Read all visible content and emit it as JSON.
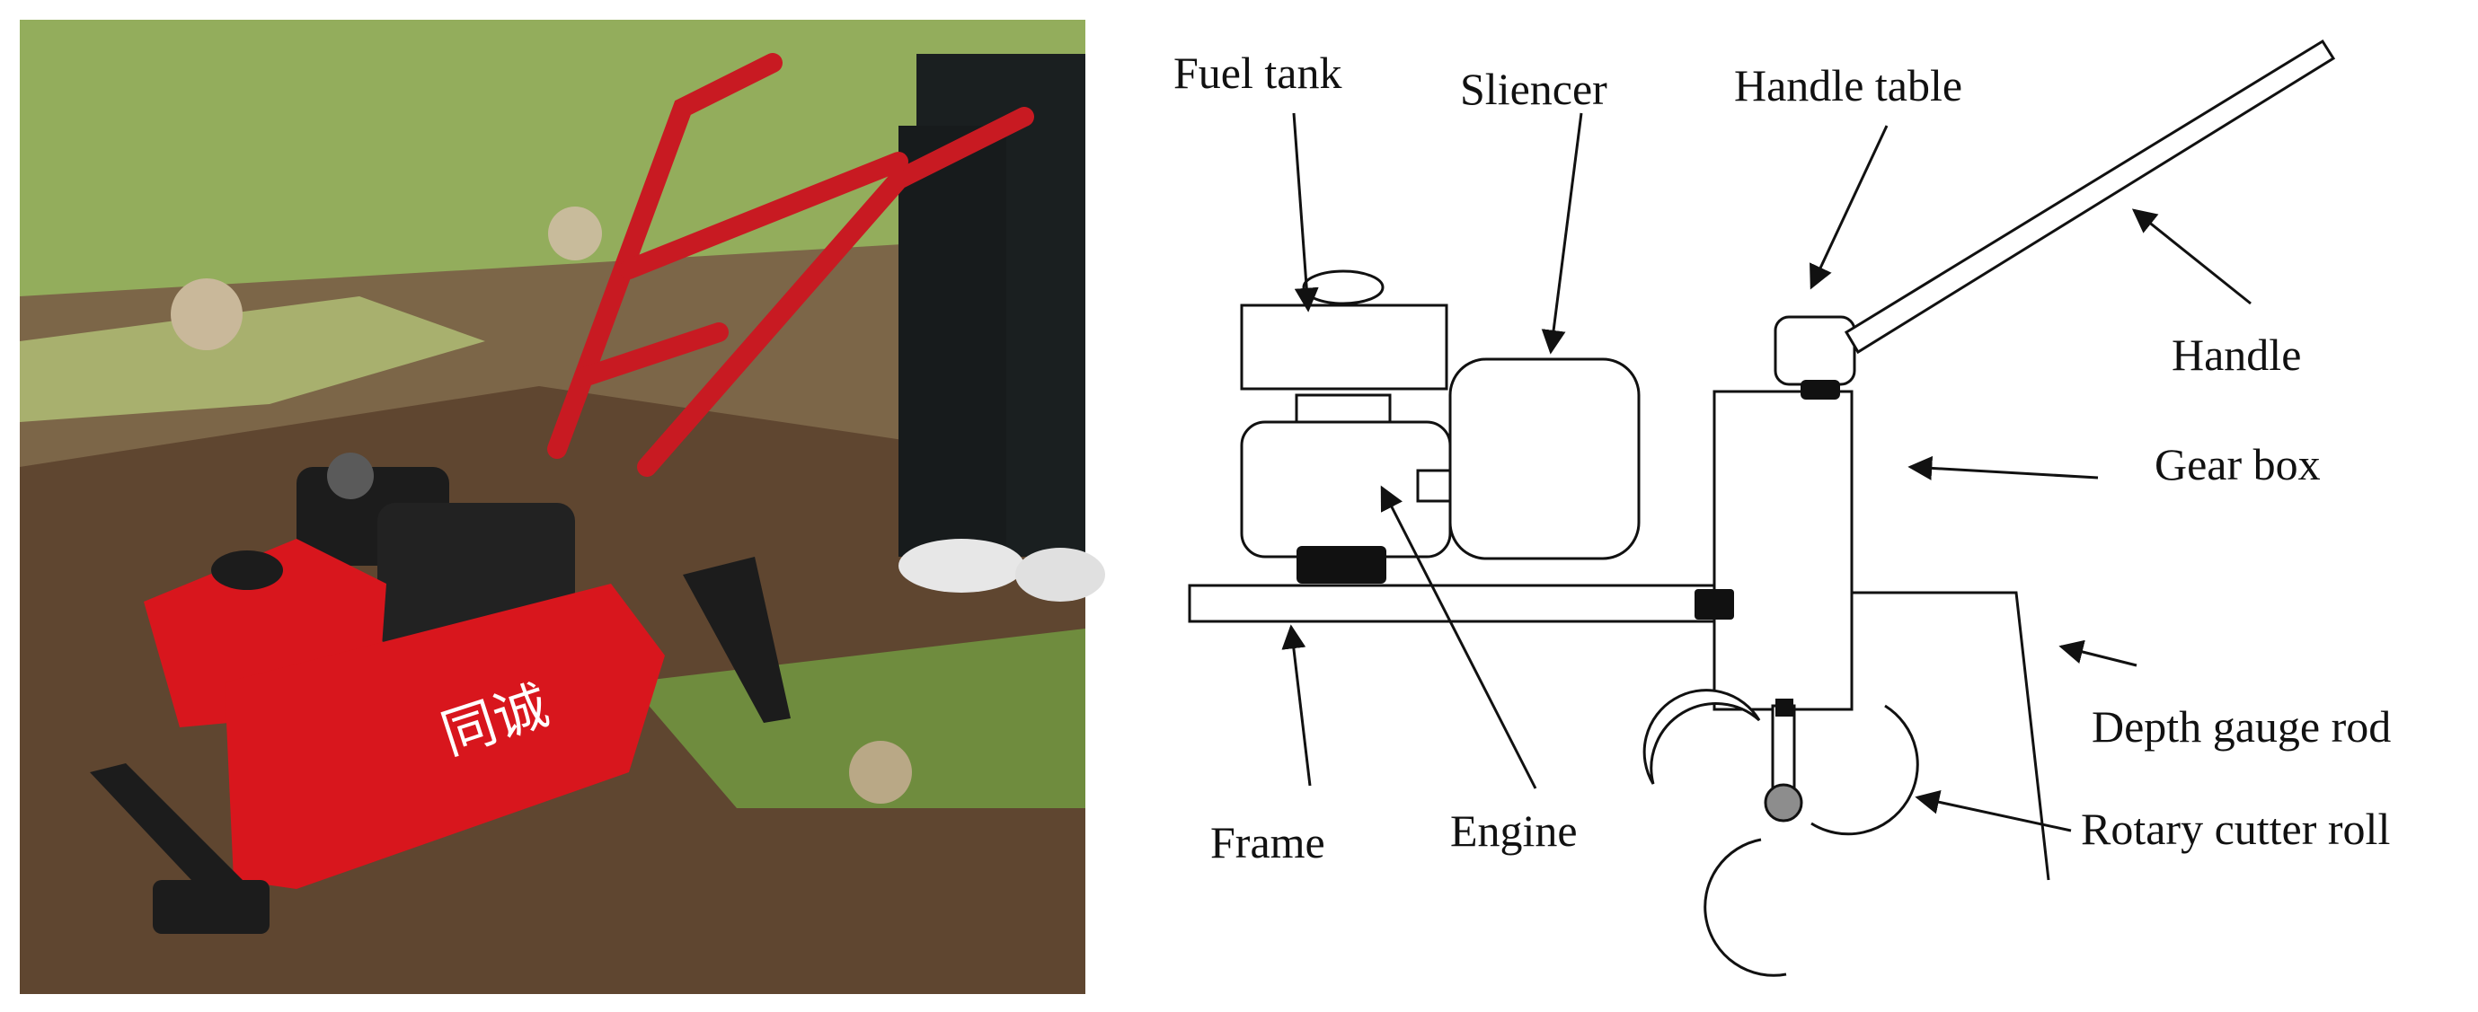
{
  "labels": {
    "fuel_tank": "Fuel tank",
    "silencer": "Sliencer",
    "handle_table": "Handle table",
    "handle": "Handle",
    "gear_box": "Gear box",
    "depth_gauge_rod": "Depth gauge rod",
    "rotary_cutter_roll": "Rotary cutter roll",
    "frame": "Frame",
    "engine": "Engine"
  },
  "photo": {
    "description_free": true,
    "brand_mark": "同诚"
  },
  "colors": {
    "tiller_red": "#d8161d",
    "grass": "#7f9a45",
    "soil": "#6b4e32",
    "engine_black": "#1c1c1c"
  }
}
